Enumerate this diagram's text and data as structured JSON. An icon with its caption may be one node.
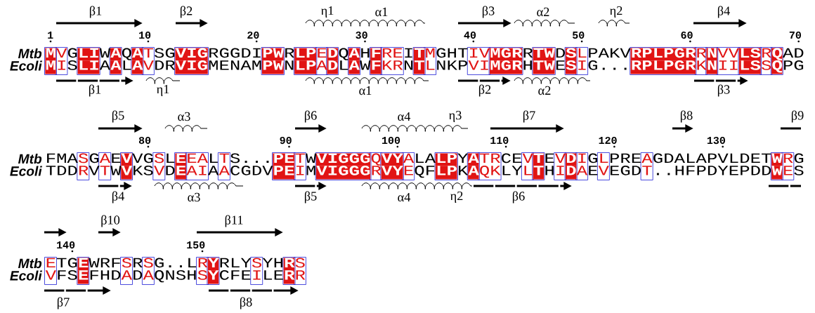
{
  "diagram": {
    "labels": [
      "β1",
      "β2",
      "η1",
      "α1",
      "β3",
      "α2",
      "η2",
      "β4",
      "1",
      "10",
      "20",
      "30",
      "40",
      "50",
      "60",
      "70",
      "Mtb",
      "M",
      "V",
      "G",
      "LI",
      "W",
      "A",
      "Q",
      "A",
      "T",
      "SG",
      "VIG",
      "RGGDI",
      "PW",
      "R",
      "LP",
      "E",
      "D",
      "Q",
      "A",
      "H",
      "F",
      "RE",
      "I",
      "T",
      "M",
      "GHT",
      "IV",
      "MGR",
      "R",
      "TW",
      "D",
      "S",
      "L",
      "PAKV",
      "RPLPGR",
      "R",
      "N",
      "VV",
      "LS",
      "R",
      "Q",
      "AD",
      "Ecoli",
      "M",
      "I",
      "S",
      "LI",
      "A",
      "A",
      "L",
      "A",
      "V",
      "DR",
      "VIG",
      "MENAM",
      "PW",
      "N",
      "LP",
      "A",
      "D",
      "L",
      "A",
      "W",
      "F",
      "KR",
      "N",
      "T",
      "L",
      "NKP",
      "VI",
      "MGR",
      "H",
      "TW",
      "E",
      "S",
      "I",
      "G...",
      "RPLPGR",
      "K",
      "N",
      "II",
      "LS",
      "S",
      "Q",
      "PG",
      "β1",
      "η1",
      "α1",
      "β2",
      "α2",
      "β3",
      "β5",
      "α3",
      "β6",
      "α4",
      "η3",
      "β7",
      "β8",
      "β9",
      "80",
      "90",
      "100",
      "110",
      "120",
      "130",
      "Mtb",
      "FMA",
      "S",
      "G",
      "A",
      "E",
      "V",
      "VG",
      "S",
      "L",
      "E",
      "EA",
      "L",
      "T",
      "S...",
      "PE",
      "T",
      "W",
      "VIGGG",
      "Q",
      "VY",
      "A",
      "LA",
      "LP",
      "Y",
      "A",
      "TR",
      "CE",
      "V",
      "T",
      "E",
      "V",
      "D",
      "I",
      "G",
      "L",
      "PRE",
      "A",
      "GDALAPVLDET",
      "W",
      "R",
      "G",
      "Ecoli",
      "TDD",
      "R",
      "V",
      "T",
      "W",
      "V",
      "KS",
      "V",
      "D",
      "E",
      "AI",
      "A",
      "A",
      "CGDV",
      "PE",
      "I",
      "M",
      "VIGGG",
      "R",
      "VY",
      "E",
      "QF",
      "LP",
      "K",
      "A",
      "QK",
      "LY",
      "L",
      "T",
      "H",
      "I",
      "D",
      "A",
      "E",
      "V",
      "EGD",
      "T",
      "..HFPDYEPDD",
      "W",
      "E",
      "S",
      "β4",
      "α3",
      "β5",
      "α4",
      "η2",
      "β6",
      "β10",
      "β11",
      "140",
      "150",
      "Mtb",
      "E",
      "TG",
      "E",
      "WRF",
      "S",
      "R",
      "S",
      "G..L",
      "R",
      "Y",
      "RLY",
      "S",
      "YH",
      "R",
      "S",
      "Ecoli",
      "V",
      "FS",
      "E",
      "FHD",
      "A",
      "D",
      "A",
      "QNSH",
      "S",
      "Y",
      "CFE",
      "I",
      "LE",
      "R",
      "R",
      "β7",
      "β8"
    ]
  }
}
